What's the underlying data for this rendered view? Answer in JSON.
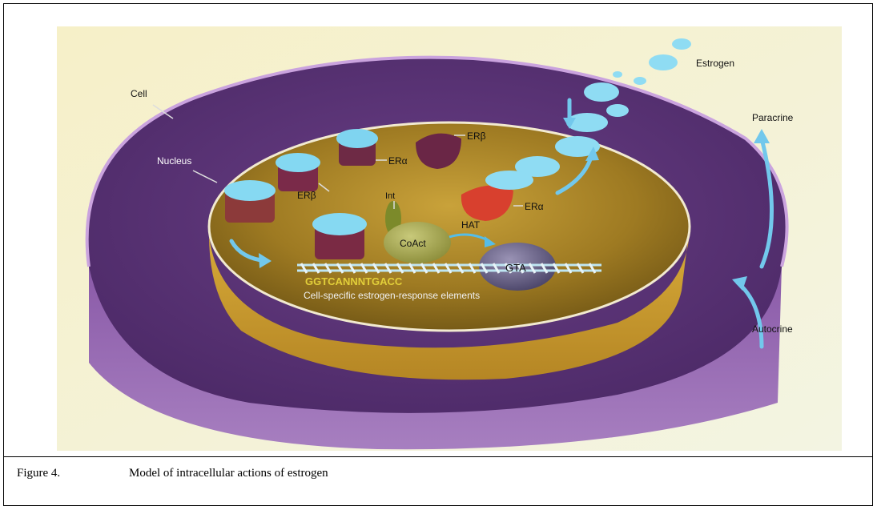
{
  "labels": {
    "cell": "Cell",
    "nucleus": "Nucleus",
    "estrogen": "Estrogen",
    "paracrine": "Paracrine",
    "autocrine": "Autocrine",
    "era_top": "ERα",
    "erb_left": "ERβ",
    "erb_right": "ERβ",
    "era_right": "ERα",
    "int": "Int",
    "coact": "CoAct",
    "hat": "HAT",
    "gta": "GTA",
    "dna_sequence": "GGTCANNNTGACC",
    "response_elements": "Cell-specific estrogen-response elements"
  },
  "caption": {
    "number": "Figure 4.",
    "text": "Model of intracellular actions of estrogen"
  }
}
